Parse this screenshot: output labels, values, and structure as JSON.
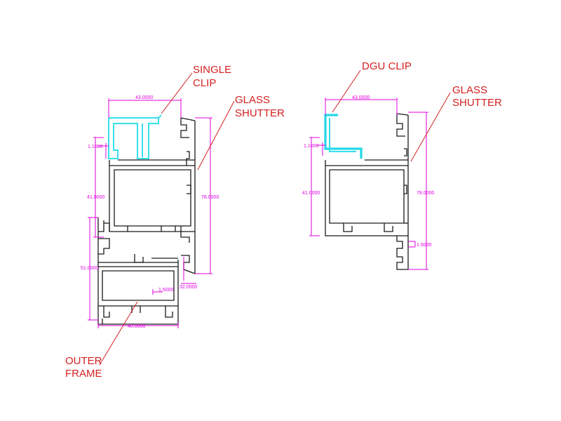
{
  "labels": {
    "single_clip": [
      "SINGLE",
      "CLIP"
    ],
    "glass_shutter_left": [
      "GLASS",
      "SHUTTER"
    ],
    "outer_frame": [
      "OUTER",
      "FRAME"
    ],
    "dgu_clip": [
      "DGU CLIP"
    ],
    "glass_shutter_right": [
      "GLASS",
      "SHUTTER"
    ]
  },
  "dimensions": {
    "left": {
      "top_width": "43.0000",
      "clip_gap": "1.1000",
      "shutter_height": "41.0000",
      "overall_height": "78.0000",
      "frame_height": "51.0000",
      "bottom_width": "40.0000",
      "frame_depth": "32.0000",
      "small_gap": "1.5000"
    },
    "right": {
      "top_width": "43.0000",
      "clip_gap": "1.1000",
      "shutter_height": "41.0000",
      "overall_height": "78.0000",
      "small_gap": "1.5000"
    }
  },
  "colors": {
    "outline": "#1a1a1a",
    "clip": "#35e0ea",
    "dimension": "#e000e0",
    "annotation": "#d42020"
  }
}
